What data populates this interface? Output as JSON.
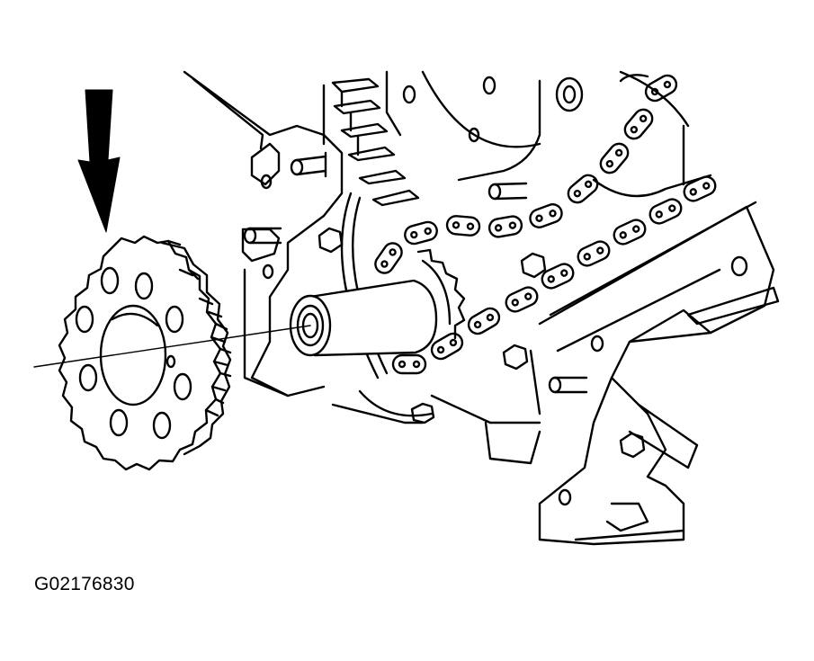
{
  "figure_id": "G02176830",
  "colors": {
    "ink": "#000000",
    "paper": "#ffffff"
  },
  "parts": {
    "arrow": "pointer-arrow-icon",
    "sprocket": "camshaft-sprocket",
    "chain": "timing-chain",
    "guide": "chain-guide",
    "block": "engine-block",
    "sleeve": "camshaft-sleeve"
  }
}
